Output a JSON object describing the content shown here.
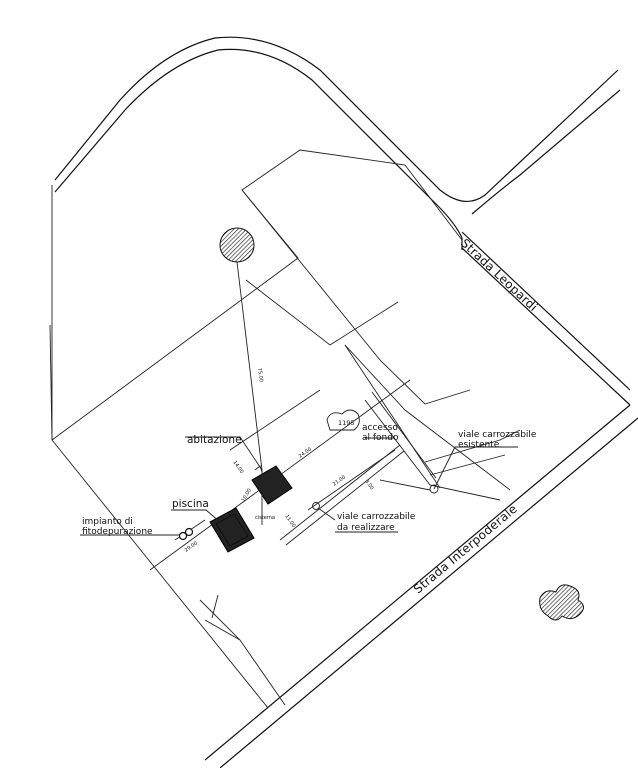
{
  "roads": {
    "leopardi": "Strada Leopardi",
    "interpoderale": "Strada Interpoderale"
  },
  "labels": {
    "abitazione": "abitazione",
    "piscina": "piscina",
    "impianto_line1": "impianto di",
    "impianto_line2": "fitodepurazione",
    "cisterna": "cisterna",
    "accesso_line1": "accesso",
    "accesso_line2": "al fondo",
    "viale_esistente_line1": "viale carrozzabile",
    "viale_esistente_line2": "esistente",
    "viale_realizzare_line1": "viale carrozzabile",
    "viale_realizzare_line2": "da realizzare",
    "parcel_number": "1195"
  },
  "dimensions": {
    "d_75": "75.00",
    "d_24": "24.00",
    "d_14": "14.00",
    "d_10": "10.00",
    "d_11": "11.00",
    "d_21": "21.00",
    "d_29": "29.00",
    "d_3": "3.00"
  },
  "colors": {
    "line": "#111111",
    "hatch": "#333333",
    "background": "#ffffff"
  }
}
